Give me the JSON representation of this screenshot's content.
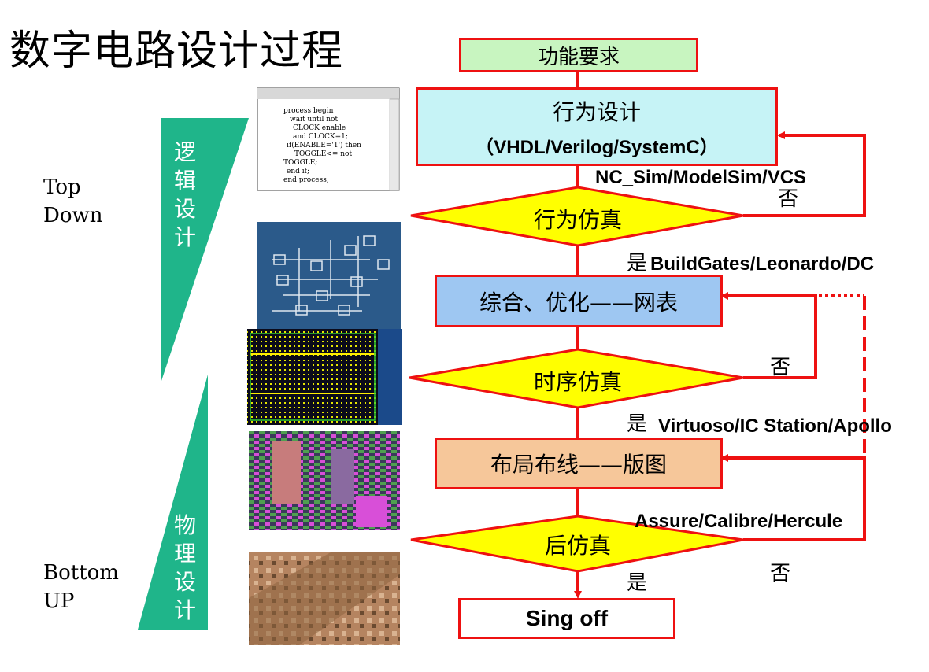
{
  "title": "数字电路设计过程",
  "side": {
    "top_line1": "Top",
    "top_line2": "Down",
    "bottom_line1": "Bottom",
    "bottom_line2": "UP",
    "logic_label": [
      "逻",
      "辑",
      "设",
      "计"
    ],
    "physical_label": [
      "物",
      "理",
      "设",
      "计"
    ]
  },
  "flow": {
    "requirements": "功能要求",
    "behavior_line1": "行为设计",
    "behavior_line2": "（VHDL/Verilog/SystemC）",
    "behavior_sim": "行为仿真",
    "synthesis": "综合、优化——网表",
    "timing_sim": "时序仿真",
    "layout": "布局布线——版图",
    "post_sim": "后仿真",
    "signoff": "Sing off"
  },
  "tools": {
    "sim_tools": "NC_Sim/ModelSim/VCS",
    "synth_tools": "BuildGates/Leonardo/DC",
    "layout_tools": "Virtuoso/IC Station/Apollo",
    "verify_tools": "Assure/Calibre/Hercule"
  },
  "decisions": {
    "no": "否",
    "yes": "是"
  },
  "code_snippet": [
    "process begin",
    "wait until not",
    "CLOCK enable",
    "and CLOCK=1;",
    "if(ENABLE='1') then",
    "TOGGLE<= not",
    "TOGGLE;",
    "end if;",
    "end process;"
  ],
  "colors": {
    "arrow_red": "#ee1111",
    "green_wedge": "#1fb58a",
    "req_fill": "#c8f5c0",
    "behavior_fill": "#c6f3f6",
    "synth_fill": "#9ec7f2",
    "layout_fill": "#f6c79a",
    "diamond_fill": "#ffff00"
  }
}
